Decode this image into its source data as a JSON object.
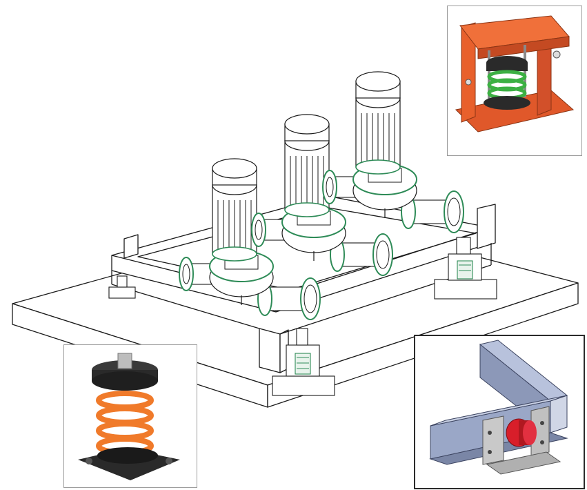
{
  "figure": {
    "description_visible_text": "",
    "colors": {
      "line": "#1a1a1a",
      "pump_green": "#2e8b57",
      "spring_green": "#3cb043",
      "spring_orange": "#f07a2a",
      "bracket_orange": "#e8602c",
      "rubber_black": "#2a2a2a",
      "steel_blue": "#9aa7c7",
      "damper_red": "#d81e2a"
    },
    "main": {
      "pumps": [
        {
          "id": "pump-1"
        },
        {
          "id": "pump-2"
        },
        {
          "id": "pump-3"
        }
      ],
      "mounts": [
        "mount-front",
        "mount-right",
        "mount-back-left",
        "mount-back-right"
      ]
    },
    "insets": [
      {
        "id": "inset-top",
        "subject": "spring-isolator-with-restraint-frame"
      },
      {
        "id": "inset-left",
        "subject": "open-spring-isolator"
      },
      {
        "id": "inset-right",
        "subject": "seismic-snubber-on-steel-channel"
      }
    ]
  }
}
